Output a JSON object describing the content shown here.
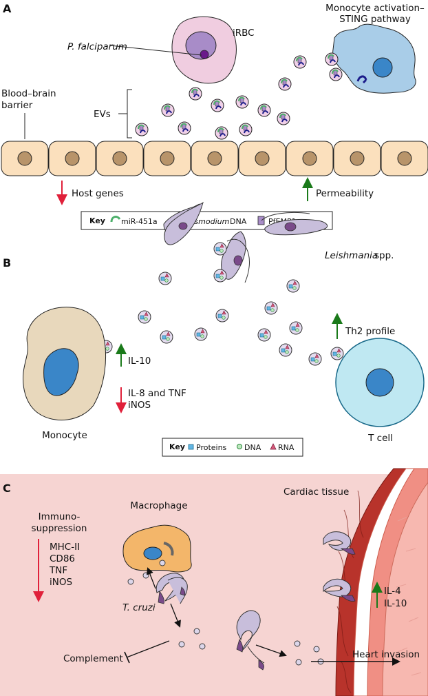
{
  "panels": {
    "a": {
      "letter": "A",
      "pathogen_label": "P. falciparum",
      "irbc_label": "iRBC",
      "monocyte_label_line1": "Monocyte activation–",
      "monocyte_label_line2": "STING pathway",
      "bbb_label_line1": "Blood–brain",
      "bbb_label_line2": "barrier",
      "evs_label": "EVs",
      "host_genes_label": "Host genes",
      "permeability_label": "Permeability",
      "key": {
        "title": "Key",
        "items": [
          "miR-451a",
          "Plasmodium",
          "DNA",
          "PfEMP1"
        ]
      }
    },
    "b": {
      "letter": "B",
      "leishmania_label_italic": "Leishmania",
      "leishmania_label_rest": " spp.",
      "th2_label": "Th2 profile",
      "il10_label": "IL-10",
      "il8_label_line1": "IL-8 and TNF",
      "il8_label_line2": "iNOS",
      "monocyte_label": "Monocyte",
      "tcell_label": "T cell",
      "key": {
        "title": "Key",
        "items": [
          "Proteins",
          "DNA",
          "RNA"
        ]
      }
    },
    "c": {
      "letter": "C",
      "immuno_line1": "Immuno-",
      "immuno_line2": "suppression",
      "markers": [
        "MHC-II",
        "CD86",
        "TNF",
        "iNOS"
      ],
      "macrophage_label": "Macrophage",
      "tcruzi_label": "T. cruzi",
      "complement_label": "Complement",
      "cardiac_label": "Cardiac tissue",
      "il4_label": "IL-4",
      "il10_label": "IL-10",
      "heart_invasion_label": "Heart invasion"
    }
  },
  "colors": {
    "up_arrow": "#1a7a1a",
    "down_arrow": "#e0203a",
    "cell_fill": "#fbe0bd",
    "nucleus": "#b8946a",
    "ev_fill": "#f0d0e8",
    "monocyte_a": "#a9cde8",
    "monocyte_b": "#e8d8bc",
    "tcell": "#bfe8f2",
    "nucleus_blue": "#3a86c8",
    "macrophage": "#f3b66a",
    "panel_c_bg": "#f6d4d2",
    "cardiac": "#b8332b",
    "leishmania": "#c8bedb"
  }
}
